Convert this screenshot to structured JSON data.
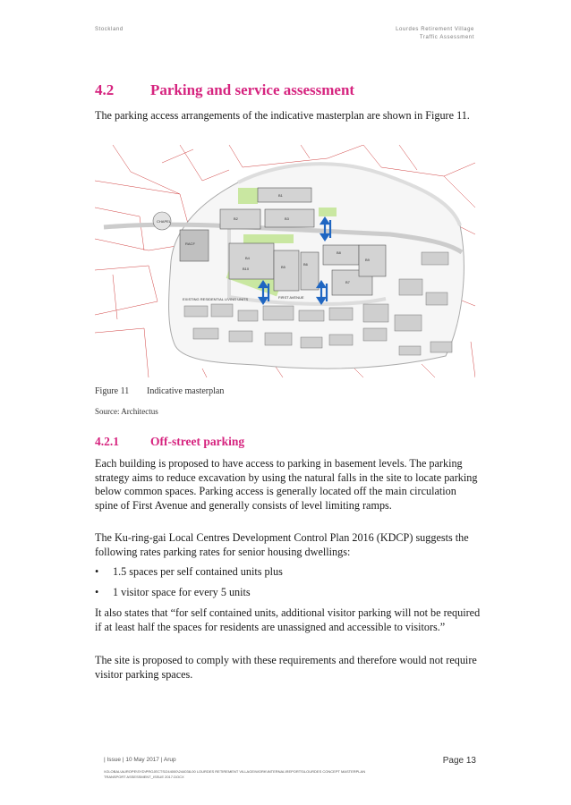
{
  "header": {
    "company": "Stockland",
    "project": "Lourdes Retirement Village",
    "doc_type": "Traffic Assessment"
  },
  "section": {
    "number": "4.2",
    "title": "Parking and service assessment",
    "intro": "The parking access arrangements of the indicative masterplan are shown in Figure 11."
  },
  "figure": {
    "label": "Figure 11",
    "caption": "Indicative masterplan",
    "source": "Source: Architectus",
    "map_labels": {
      "chapel": "CHAPEL",
      "racf": "RACF",
      "first_avenue": "FIRST AVENUE",
      "buildings": [
        "B1",
        "B2",
        "B3",
        "B4",
        "B5",
        "B6",
        "B7",
        "B8",
        "B9",
        "B10"
      ],
      "existing": "EXISTING RESIDENTIAL LIVING UNITS"
    },
    "colors": {
      "green": "#c9e7a1",
      "building": "#d3d3d3",
      "arrow": "#1f66c2",
      "road": "#efefef",
      "site_boundary": "#b8b8b8",
      "lots": "#d04040"
    }
  },
  "subsection": {
    "number": "4.2.1",
    "title": "Off-street parking",
    "p1": "Each building is proposed to have access to parking in basement levels. The parking strategy aims to reduce excavation by using the natural falls in the site to locate parking below common spaces. Parking access is generally located off the main circulation spine of First Avenue and generally consists of level limiting ramps.",
    "p2": "The Ku-ring-gai Local Centres Development Control Plan 2016 (KDCP) suggests the following rates parking rates for senior housing dwellings:",
    "bullets": [
      "1.5 spaces per self contained units plus",
      "1 visitor space for every 5 units"
    ],
    "p3": "It also states that “for self contained units, additional visitor parking will not be required if at least half the spaces for residents are unassigned and accessible to visitors.”",
    "p4": "The site is proposed to comply with these requirements and therefore would not require visitor parking spaces."
  },
  "footer": {
    "issue": "| Issue | 10 May 2017 | Arup",
    "page": "Page 13",
    "path_line1": "\\\\GLOBAL\\AUROPE\\SYD\\PROJECTS\\244000\\244038-00 LOURDES RETIREMENT VILLAGE\\WORK\\INTERNAL\\REPORTS\\LOURDES CONCEPT MASTERPLAN",
    "path_line2": "TRANSPORT ASSESSMENT_ISSUE 2017.DOCX"
  }
}
